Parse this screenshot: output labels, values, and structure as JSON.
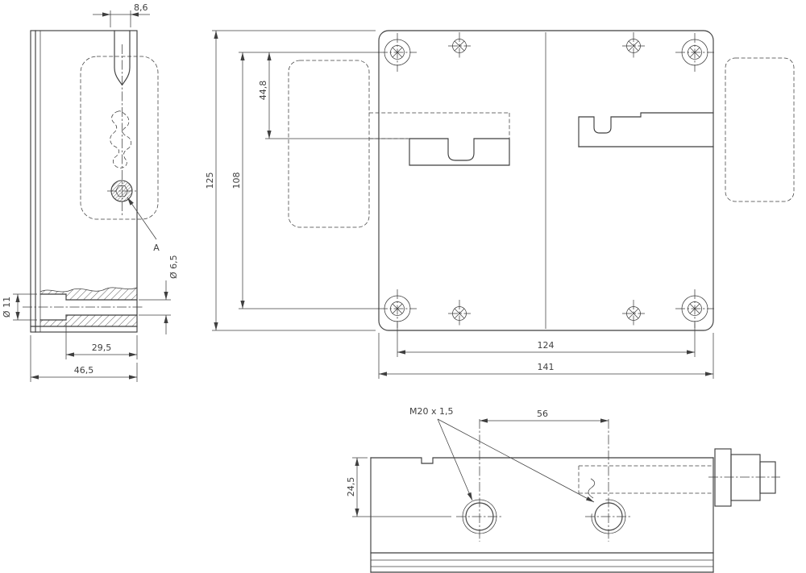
{
  "drawing": {
    "background": "#ffffff",
    "line_color": "#3f3f3f",
    "views": {
      "side": {
        "dim_slot_width": "8,6",
        "dim_bore_large": "Ø 11",
        "dim_bore_small": "Ø 6,5",
        "detail_label": "A",
        "dim_depth_inner": "29,5",
        "dim_depth_total": "46,5"
      },
      "front": {
        "dim_height_total": "125",
        "dim_height_holes": "108",
        "dim_height_upper": "44,8",
        "dim_width_holes": "124",
        "dim_width_total": "141"
      },
      "bottom": {
        "thread_label": "M20 x 1,5",
        "dim_gland_spacing": "56",
        "dim_face_height": "24,5"
      }
    }
  }
}
